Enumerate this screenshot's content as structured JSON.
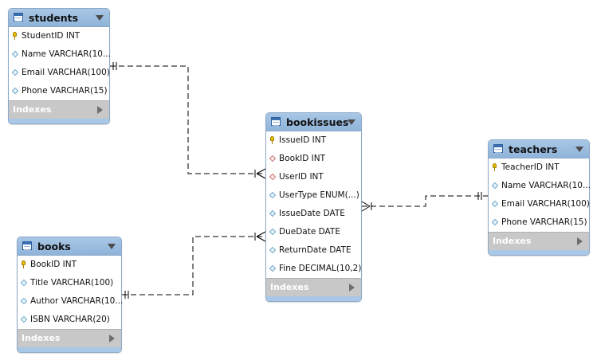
{
  "tables": [
    {
      "name": "students",
      "columns": [
        {
          "label": "StudentID INT",
          "icon": "primary-key-icon"
        },
        {
          "label": "Name VARCHAR(10...",
          "icon": "column-diamond-icon"
        },
        {
          "label": "Email VARCHAR(100)",
          "icon": "column-diamond-icon"
        },
        {
          "label": "Phone VARCHAR(15)",
          "icon": "column-diamond-icon"
        }
      ],
      "indexes_label": "Indexes"
    },
    {
      "name": "bookissues",
      "columns": [
        {
          "label": "IssueID INT",
          "icon": "primary-key-icon"
        },
        {
          "label": "BookID INT",
          "icon": "foreign-key-diamond-icon"
        },
        {
          "label": "UserID INT",
          "icon": "foreign-key-diamond-icon"
        },
        {
          "label": "UserType ENUM(...)",
          "icon": "column-diamond-icon"
        },
        {
          "label": "IssueDate DATE",
          "icon": "column-diamond-icon"
        },
        {
          "label": "DueDate DATE",
          "icon": "column-diamond-icon"
        },
        {
          "label": "ReturnDate DATE",
          "icon": "column-diamond-icon"
        },
        {
          "label": "Fine DECIMAL(10,2)",
          "icon": "column-diamond-icon"
        }
      ],
      "indexes_label": "Indexes"
    },
    {
      "name": "teachers",
      "columns": [
        {
          "label": "TeacherID INT",
          "icon": "primary-key-icon"
        },
        {
          "label": "Name VARCHAR(10...",
          "icon": "column-diamond-icon"
        },
        {
          "label": "Email VARCHAR(100)",
          "icon": "column-diamond-icon"
        },
        {
          "label": "Phone VARCHAR(15)",
          "icon": "column-diamond-icon"
        }
      ],
      "indexes_label": "Indexes"
    },
    {
      "name": "books",
      "columns": [
        {
          "label": "BookID INT",
          "icon": "primary-key-icon"
        },
        {
          "label": "Title VARCHAR(100)",
          "icon": "column-diamond-icon"
        },
        {
          "label": "Author VARCHAR(10...",
          "icon": "column-diamond-icon"
        },
        {
          "label": "ISBN VARCHAR(20)",
          "icon": "column-diamond-icon"
        }
      ],
      "indexes_label": "Indexes"
    }
  ],
  "relationships": [
    {
      "from": "students",
      "to": "bookissues",
      "from_end": "one",
      "to_end": "many"
    },
    {
      "from": "books",
      "to": "bookissues",
      "from_end": "one",
      "to_end": "many"
    },
    {
      "from": "teachers",
      "to": "bookissues",
      "from_end": "one",
      "to_end": "many"
    }
  ],
  "colors": {
    "header": "#a9c7e6",
    "border": "#8ba9c7",
    "indexes_bar": "#c8c8c8",
    "line": "#000000"
  }
}
